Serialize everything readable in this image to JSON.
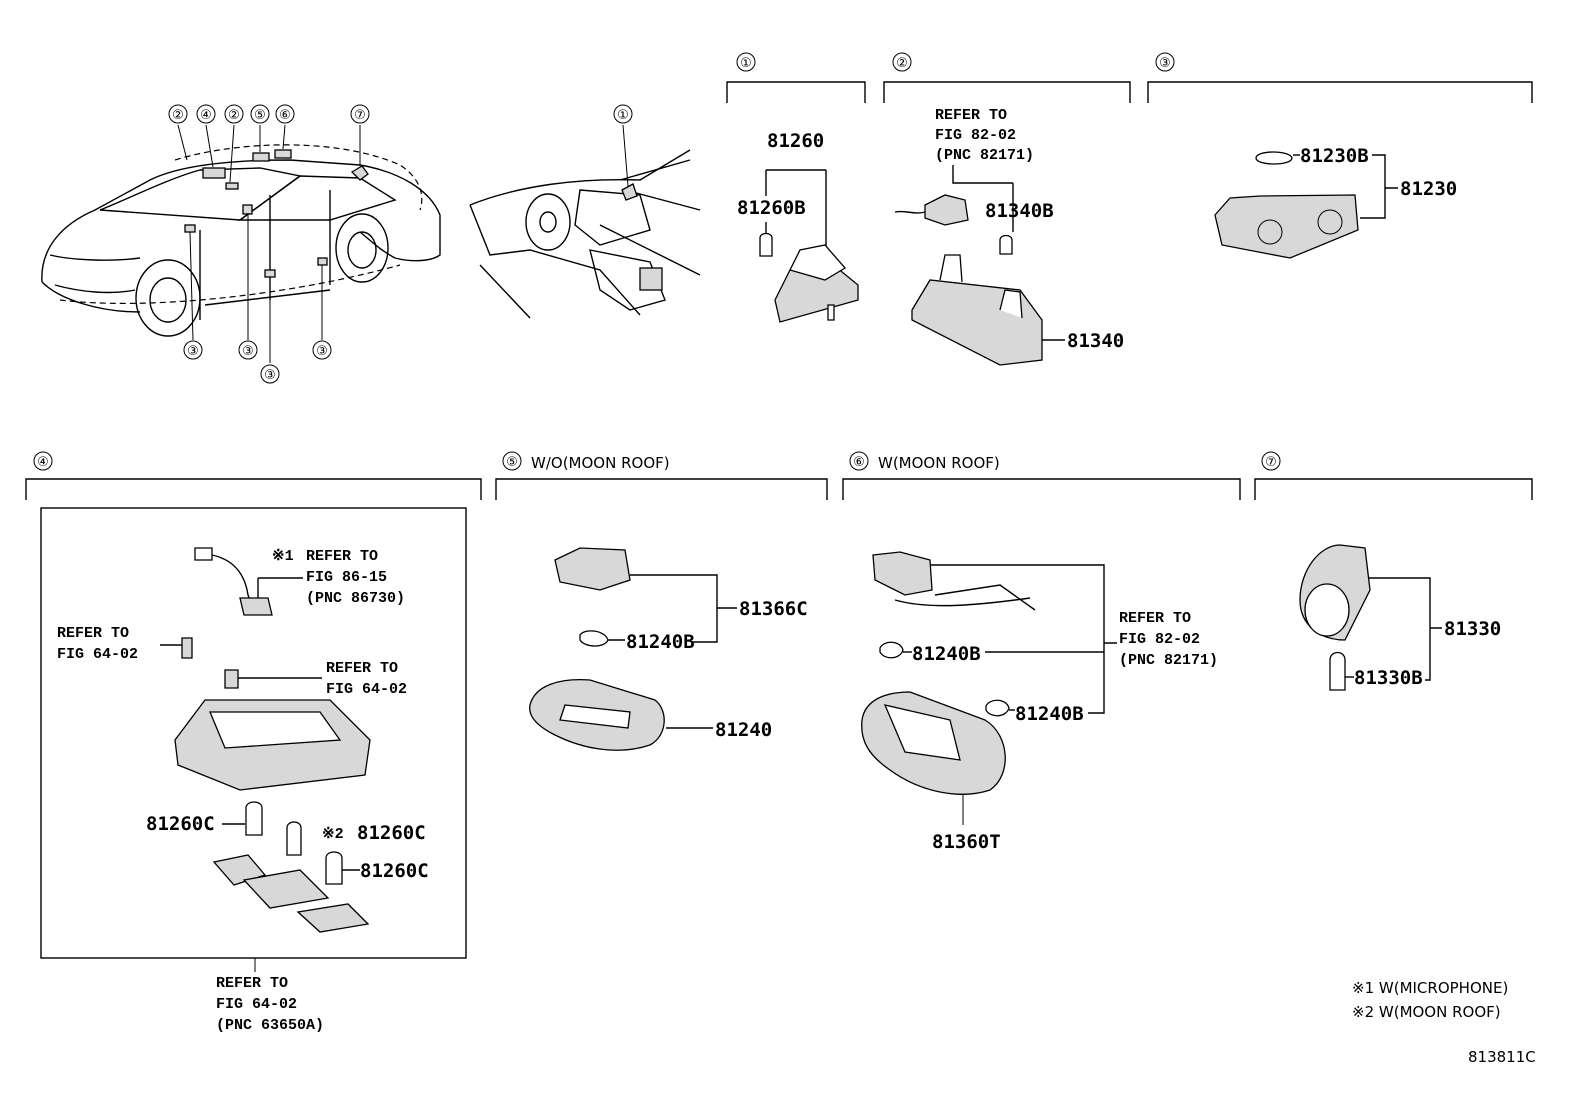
{
  "markers": {
    "m1": "①",
    "m2": "②",
    "m3": "③",
    "m4": "④",
    "m5": "⑤",
    "m6": "⑥",
    "m7": "⑦"
  },
  "sections": {
    "s5_label": "W/O(MOON ROOF)",
    "s6_label": "W(MOON ROOF)"
  },
  "parts": {
    "p81260": "81260",
    "p81260B": "81260B",
    "p81340B": "81340B",
    "p81340": "81340",
    "p81230B": "81230B",
    "p81230": "81230",
    "p81366C": "81366C",
    "p81240B_a": "81240B",
    "p81240": "81240",
    "p81240B_b": "81240B",
    "p81240B_c": "81240B",
    "p81360T": "81360T",
    "p81330": "81330",
    "p81330B": "81330B",
    "p81260C_a": "81260C",
    "p81260C_b": "81260C",
    "p81260C_c": "81260C"
  },
  "refs": {
    "r2_l1": "REFER TO",
    "r2_l2": "FIG 82-02",
    "r2_l3": "(PNC 82171)",
    "r4a_prefix": "※1",
    "r4a_l1": "REFER TO",
    "r4a_l2": "FIG 86-15",
    "r4a_l3": "(PNC 86730)",
    "r4b_l1": "REFER TO",
    "r4b_l2": "FIG 64-02",
    "r4c_l1": "REFER TO",
    "r4c_l2": "FIG 64-02",
    "r4d_l1": "REFER TO",
    "r4d_l2": "FIG 64-02",
    "r4d_l3": "(PNC 63650A)",
    "r6_l1": "REFER TO",
    "r6_l2": "FIG 82-02",
    "r6_l3": "(PNC 82171)",
    "note_mark2": "※2"
  },
  "notes": {
    "n1": "※1 W(MICROPHONE)",
    "n2": "※2 W(MOON ROOF)"
  },
  "figure_id": "813811C"
}
